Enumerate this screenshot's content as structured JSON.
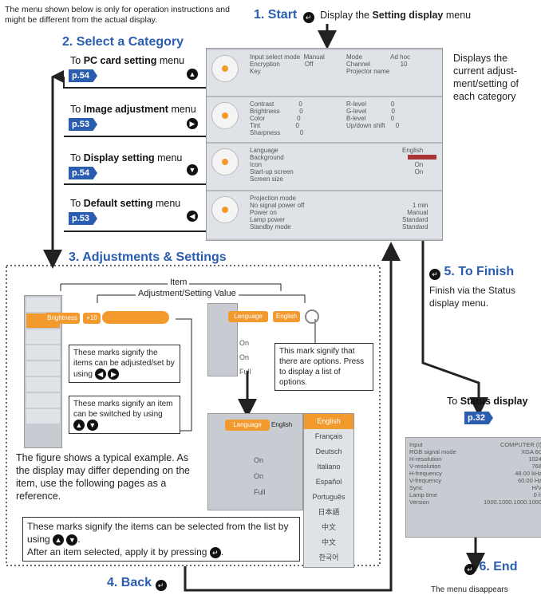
{
  "disclaimer": "The menu shown below is only for operation instructions and might be different from the actual display.",
  "step1": {
    "label": "1. Start",
    "text_pre": "Display the ",
    "text_bold": "Setting display",
    "text_post": " menu"
  },
  "step2": {
    "label": "2. Select a Category"
  },
  "categories": [
    {
      "pre": "To ",
      "bold": "PC card setting",
      "post": " menu",
      "page": "p.54",
      "button": "up-arrow"
    },
    {
      "pre": "To ",
      "bold": "Image adjustment",
      "post": " menu",
      "page": "p.53",
      "button": "right-arrow"
    },
    {
      "pre": "To ",
      "bold": "Display setting",
      "post": " menu",
      "page": "p.54",
      "button": "down-arrow"
    },
    {
      "pre": "To ",
      "bold": "Default setting",
      "post": " menu",
      "page": "p.53",
      "button": "left-arrow"
    }
  ],
  "menu_rows": [
    {
      "left": "Input select mode  Manual\nEncryption              Off\nKey",
      "right": "Mode                Ad hoc\nChannel                 10\nProjector name"
    },
    {
      "left": "Contrast              0\nBrightness           0\nColor                  0\nTint                    0\nSharpness           0",
      "right": "R-level              0\nG-level              0\nB-level              0\nUp/down shift      0"
    },
    {
      "left": "Language\nBackground\nIcon\nStart-up screen\nScreen size",
      "right": "English\n\nOn\nOn\n"
    },
    {
      "left": "Projection mode\nNo signal power off\nPower on\nLamp power\nStandby mode",
      "right": "\n1 min\nManual\nStandard\nStandard"
    }
  ],
  "side_note": "Displays the current adjust-ment/setting of each category",
  "step3": {
    "label": "3. Adjustments & Settings"
  },
  "item_label": "Item",
  "value_label": "Adjustment/Setting Value",
  "brightness_label": "Brightness",
  "brightness_value": "+10",
  "language_item": "Language",
  "language_value": "English",
  "mini_values": [
    "On",
    "On",
    "Full"
  ],
  "mini_values2": [
    "On",
    "On",
    "Full"
  ],
  "box_adjust": "These marks signify the items can be adjusted/set by using",
  "box_switch": "These marks signify an item can be switched by using",
  "box_options": "This mark signify that there are options. Press  to display a list of options.",
  "languages": [
    "English",
    "Français",
    "Deutsch",
    "Italiano",
    "Español",
    "Português",
    "日本語",
    "中文",
    "中文",
    "한국어"
  ],
  "typical_note": "The figure shows a typical example. As the display may differ depending on the item, use the following pages as a reference.",
  "box_select": "These marks signify the items can be selected from the list by using",
  "box_select2": "After an item selected, apply it by pressing",
  "step4": {
    "label": "4. Back"
  },
  "step5": {
    "label": "5. To Finish",
    "text": "Finish via the Status display menu."
  },
  "status": {
    "pre": "To ",
    "bold": "Status display",
    "page": "p.32"
  },
  "status_rows": [
    {
      "k": "Input",
      "v": "COMPUTER (I)"
    },
    {
      "k": "RGB signal mode",
      "v": "XGA 60"
    },
    {
      "k": "H-resolution",
      "v": "1024"
    },
    {
      "k": "V-resolution",
      "v": "768"
    },
    {
      "k": "H-frequency",
      "v": "48.00 kHz"
    },
    {
      "k": "V-frequency",
      "v": "60.00 Hz"
    },
    {
      "k": "Sync",
      "v": "H/V"
    },
    {
      "k": "Lamp time",
      "v": "0 h"
    },
    {
      "k": "Version",
      "v": "1000.1000.1000.1000"
    }
  ],
  "step6": {
    "label": "6. End",
    "text": "The menu disappears"
  },
  "colors": {
    "accent": "#2a5db0",
    "orange": "#f29a2e",
    "panel": "#c8ccd2"
  }
}
